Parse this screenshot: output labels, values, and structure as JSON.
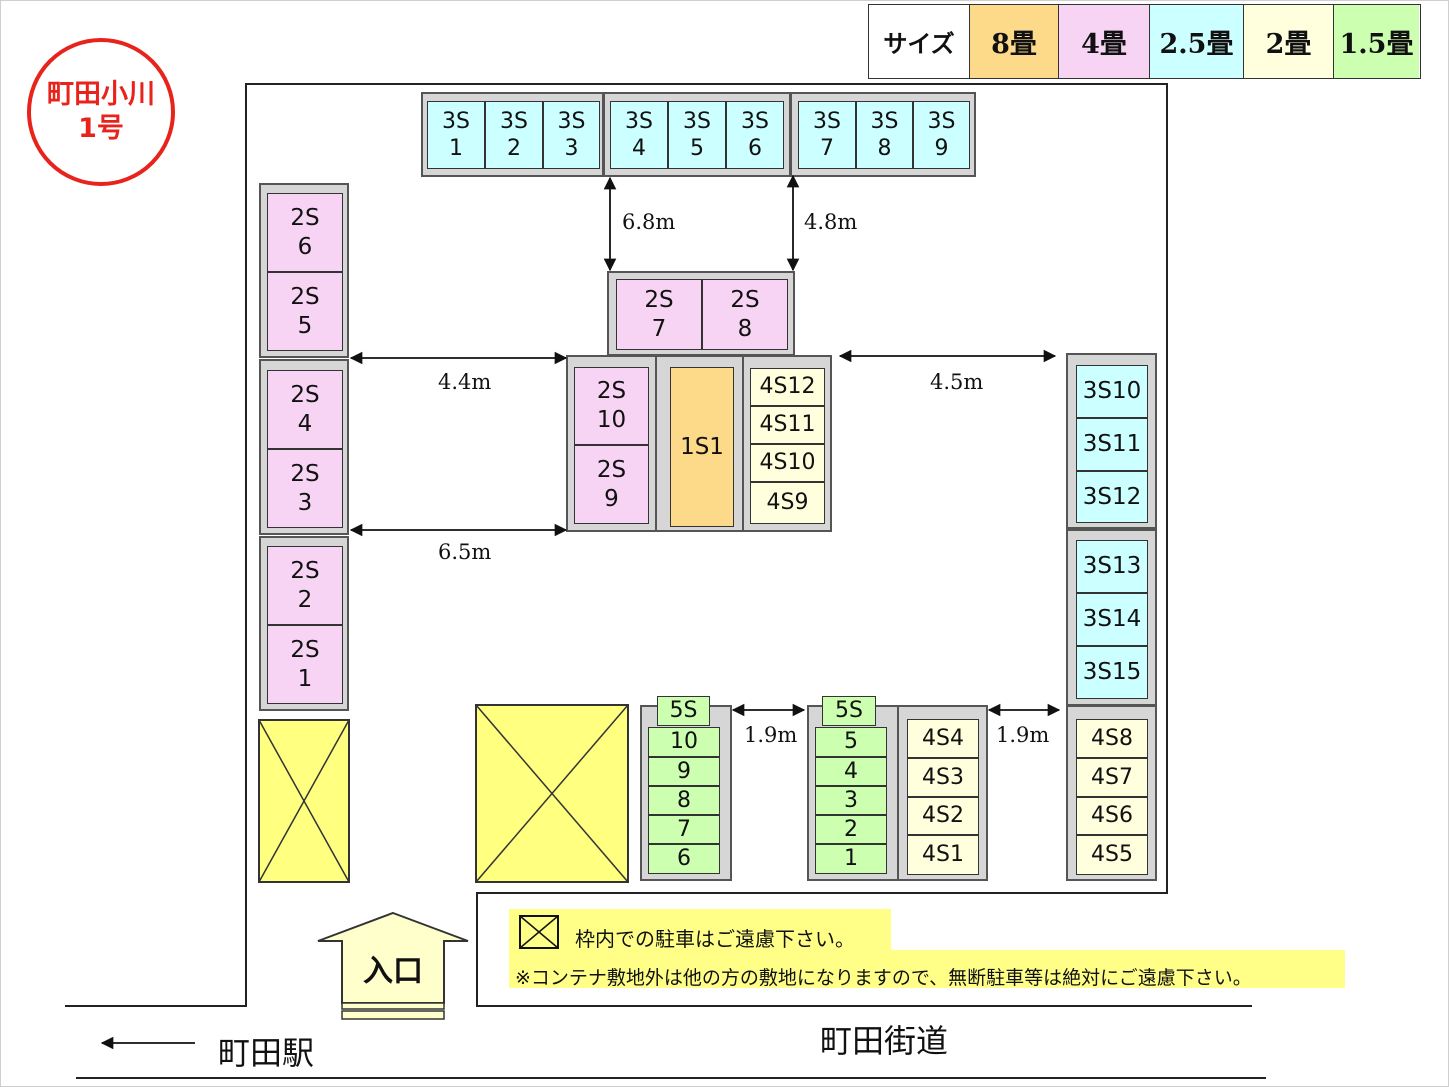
{
  "site_badge": {
    "line1": "町田小川",
    "line2": "1号",
    "color": "#e8231b"
  },
  "legend": {
    "header": "サイズ",
    "items": [
      {
        "label": "8畳",
        "color": "#fdd98a"
      },
      {
        "label": "4畳",
        "color": "#f7d4f4"
      },
      {
        "label": "2.5畳",
        "color": "#ccffff"
      },
      {
        "label": "2畳",
        "color": "#ffffdd"
      },
      {
        "label": "1.5畳",
        "color": "#ccffb0"
      }
    ]
  },
  "units": {
    "top": [
      {
        "l1": "3S",
        "l2": "1"
      },
      {
        "l1": "3S",
        "l2": "2"
      },
      {
        "l1": "3S",
        "l2": "3"
      },
      {
        "l1": "3S",
        "l2": "4"
      },
      {
        "l1": "3S",
        "l2": "5"
      },
      {
        "l1": "3S",
        "l2": "6"
      },
      {
        "l1": "3S",
        "l2": "7"
      },
      {
        "l1": "3S",
        "l2": "8"
      },
      {
        "l1": "3S",
        "l2": "9"
      }
    ],
    "left": [
      {
        "l1": "2S",
        "l2": "6"
      },
      {
        "l1": "2S",
        "l2": "5"
      },
      {
        "l1": "2S",
        "l2": "4"
      },
      {
        "l1": "2S",
        "l2": "3"
      },
      {
        "l1": "2S",
        "l2": "2"
      },
      {
        "l1": "2S",
        "l2": "1"
      }
    ],
    "center_top": [
      {
        "l1": "2S",
        "l2": "7"
      },
      {
        "l1": "2S",
        "l2": "8"
      }
    ],
    "center_left": [
      {
        "l1": "2S",
        "l2": "10"
      },
      {
        "l1": "2S",
        "l2": "9"
      }
    ],
    "center_main": "1S1",
    "center_right": [
      "4S12",
      "4S11",
      "4S10",
      "4S9"
    ],
    "right_upper": [
      "3S10",
      "3S11",
      "3S12"
    ],
    "right_middle": [
      "3S13",
      "3S14",
      "3S15"
    ],
    "right_lower": [
      "4S8",
      "4S7",
      "4S6",
      "4S5"
    ],
    "bottom_a_header": "5S",
    "bottom_a": [
      "10",
      "9",
      "8",
      "7",
      "6"
    ],
    "bottom_b_header": "5S",
    "bottom_b": [
      "5",
      "4",
      "3",
      "2",
      "1"
    ],
    "bottom_c": [
      "4S4",
      "4S3",
      "4S2",
      "4S1"
    ]
  },
  "dimensions": {
    "d1": "6.8m",
    "d2": "4.8m",
    "d3": "4.4m",
    "d4": "4.5m",
    "d5": "6.5m",
    "d6": "1.9m",
    "d7": "1.9m"
  },
  "entrance": {
    "label": "入口"
  },
  "notice": {
    "line1": "枠内での駐車はご遠慮下さい。",
    "line2": "※コンテナ敷地外は他の方の敷地になりますので、無断駐車等は絶対にご遠慮下さい。"
  },
  "roads": {
    "station": "町田駅",
    "street": "町田街道"
  }
}
